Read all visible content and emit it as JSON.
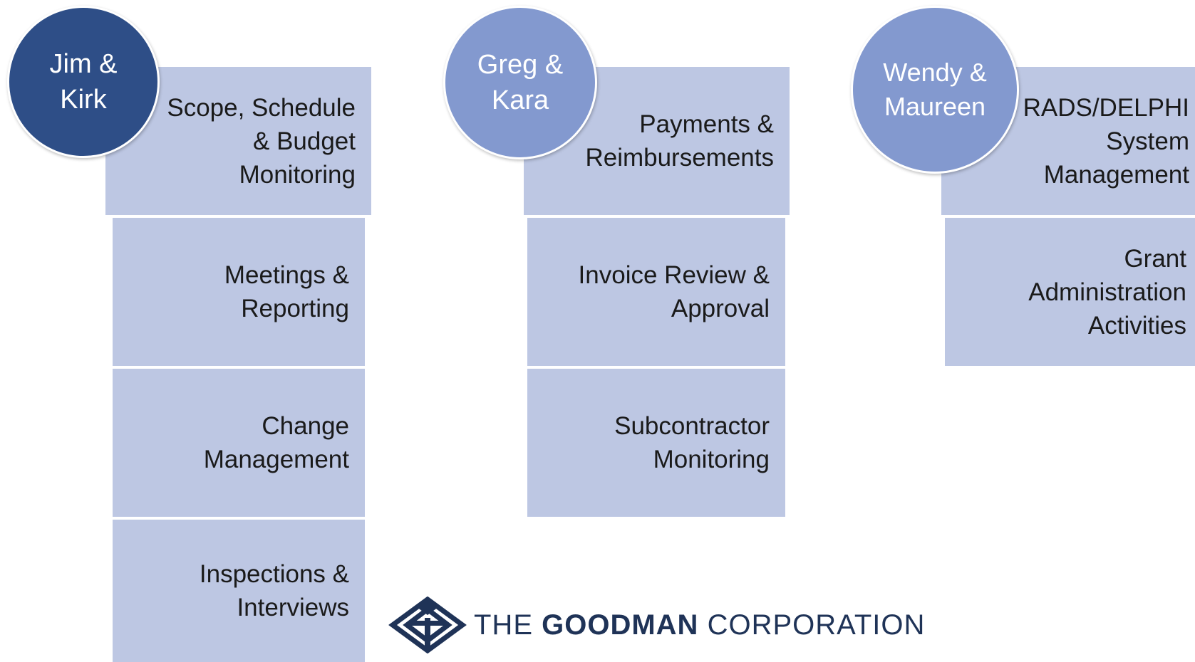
{
  "groups": [
    {
      "lead": "Jim & Kirk",
      "tasks": [
        "Scope, Schedule & Budget Monitoring",
        "Meetings & Reporting",
        "Change Management",
        "Inspections & Interviews"
      ]
    },
    {
      "lead": "Greg & Kara",
      "tasks": [
        "Payments & Reimbursements",
        "Invoice Review & Approval",
        "Subcontractor Monitoring"
      ]
    },
    {
      "lead": "Wendy & Maureen",
      "tasks": [
        "RADS/DELPHI System Management",
        "Grant Administration Activities"
      ]
    }
  ],
  "logo": {
    "prefix": "THE",
    "bold": "GOODMAN",
    "suffix": "CORPORATION"
  },
  "colors": {
    "box": "#bdc7e3",
    "circle_dark": "#2e4e87",
    "circle_light": "#8399cf",
    "logo": "#1f3357"
  }
}
